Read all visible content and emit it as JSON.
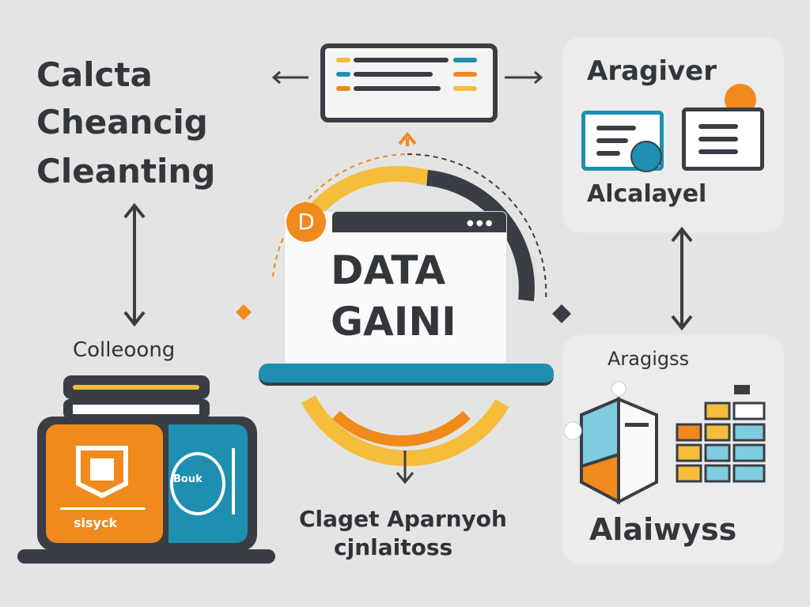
{
  "left": {
    "title_lines": [
      "Calcta",
      "Cheancig",
      "Cleanting"
    ],
    "collecting_label": "Colleoong",
    "orange_card_label": "sisyck",
    "blue_card_label": "Bouk"
  },
  "center": {
    "badge": "D",
    "screen_lines": [
      "DATA",
      "GAINI"
    ],
    "bottom_lines": [
      "Claget Aparnyoh",
      "cjnlaitoss"
    ]
  },
  "right_top": {
    "title": "Aragiver",
    "subtitle": "Alcalayel"
  },
  "right_bottom": {
    "title": "Aragigss",
    "subtitle": "Alaiwyss"
  },
  "colors": {
    "orange": "#f08a1c",
    "teal": "#1e8fb0",
    "yellow": "#f5bd3a",
    "dark": "#3a3e44"
  }
}
